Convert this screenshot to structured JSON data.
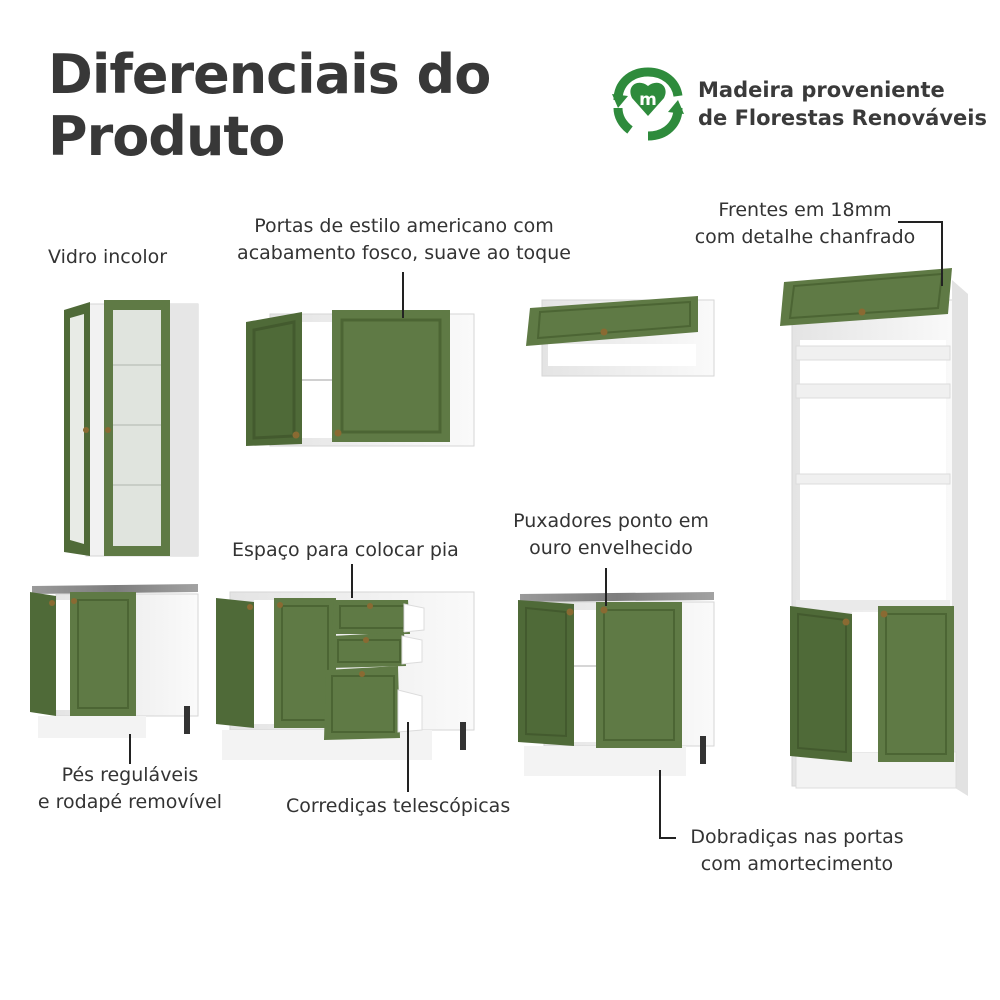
{
  "header": {
    "title_line1": "Diferenciais do",
    "title_line2": "Produto"
  },
  "badge": {
    "icon": "recycle-m-icon",
    "line1": "Madeira proveniente",
    "line2": "de Florestas Renováveis",
    "color": "#2e8b3c"
  },
  "features": {
    "vidro": "Vidro incolor",
    "portas_l1": "Portas de estilo americano com",
    "portas_l2": "acabamento fosco, suave ao toque",
    "frentes_l1": "Frentes em 18mm",
    "frentes_l2": "com detalhe chanfrado",
    "espaco": "Espaço para colocar pia",
    "puxadores_l1": "Puxadores ponto em",
    "puxadores_l2": "ouro envelhecido",
    "pes_l1": "Pés reguláveis",
    "pes_l2": "e rodapé removível",
    "corredicas": "Corrediças telescópicas",
    "dobradicas_l1": "Dobradiças nas portas",
    "dobradicas_l2": "com amortecimento"
  },
  "colors": {
    "door_green": "#5f7a45",
    "door_green_dark": "#4f6a38",
    "cabinet_white": "#f4f4f4",
    "countertop": "#8d8d8d",
    "handle_gold": "#8a6a32"
  }
}
